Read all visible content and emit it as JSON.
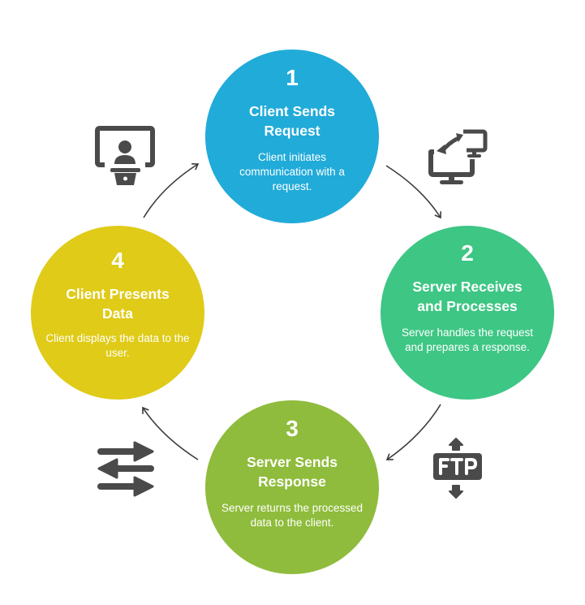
{
  "diagram": {
    "type": "cycle",
    "colors": {
      "step1": "#21abd9",
      "step2": "#3ec684",
      "step3": "#8fbc3c",
      "step4": "#dfcb18",
      "icon": "#4a4a4a",
      "arrow": "#3c3c3c"
    },
    "steps": [
      {
        "number": "1",
        "title": "Client Sends Request",
        "title_lines": [
          "Client Sends",
          "Request"
        ],
        "description": "Client initiates communication with a request.",
        "icon": "monitor-transfer-icon"
      },
      {
        "number": "2",
        "title": "Server Receives and Processes",
        "title_lines": [
          "Server Receives",
          "and Processes"
        ],
        "description": "Server handles the request and prepares a response.",
        "icon": "ftp-icon"
      },
      {
        "number": "3",
        "title": "Server Sends Response",
        "title_lines": [
          "Server Sends",
          "Response"
        ],
        "description": "Server returns the processed data to the client.",
        "icon": "exchange-arrows-icon"
      },
      {
        "number": "4",
        "title": "Client Presents Data",
        "title_lines": [
          "Client Presents",
          "Data"
        ],
        "description": "Client displays the data to the user.",
        "icon": "presenter-screen-icon"
      }
    ],
    "flow": [
      "1→2",
      "2→3",
      "3→4",
      "4→1"
    ]
  }
}
